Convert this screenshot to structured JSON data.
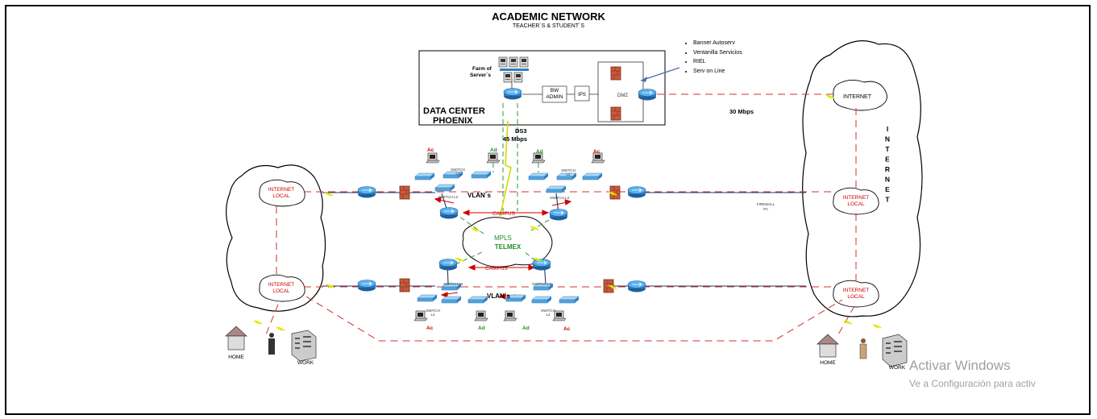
{
  "title": "ACADEMIC NETWORK",
  "subtitle": "TEACHER´S & STUDENT´S",
  "services": [
    "Banner Autoserv",
    "Ventanilla Servicios",
    "RIEL",
    "Serv on Line"
  ],
  "data_center": {
    "label_line1": "DATA CENTER",
    "label_line2": "PHOENIX",
    "farm_label_line1": "Farm of",
    "farm_label_line2": "Server´s",
    "bw_line1": "BW",
    "bw_line2": "ADMIN",
    "ips": "IPS",
    "dmz": "DMZ"
  },
  "links": {
    "ds3_line1": "DS3",
    "ds3_line2": "45 Mbps",
    "internet_speed": "30 Mbps"
  },
  "clouds": {
    "internet_top": "INTERNET",
    "internet_big_vertical": "INTERNET",
    "internet_local": [
      "INTERNET",
      "LOCAL"
    ],
    "mpls_line1": "MPLS",
    "mpls_line2": "TELMEX"
  },
  "campus_labels": {
    "vlans": "VLAN´s",
    "campus": "CAMPUS",
    "switch_l2": [
      "SWITCH",
      "L2"
    ],
    "switch_l3": "SWITCH L3",
    "ac": "Ac",
    "ad": "Ad",
    "firewall_line1": "FIREWALL",
    "firewall_line2": "PA"
  },
  "endpoints": {
    "home": "HOME",
    "work": "WORK"
  },
  "windows_watermark": {
    "line1": "Activar Windows",
    "line2": "Ve a Configuración para activ"
  },
  "colors": {
    "link_red_dashed": "#d03030",
    "link_green_dashed": "#2e9a3a",
    "link_navy": "#1f3864",
    "router_blue": "#3a8fd6",
    "firewall": "#c0392b",
    "text_red": "#cc0000",
    "text_green": "#1a8f2c"
  }
}
